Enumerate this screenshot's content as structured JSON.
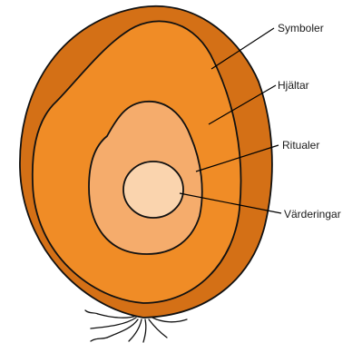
{
  "diagram": {
    "layers": [
      {
        "id": "symboler",
        "label": "Symboler",
        "color": "#D47016"
      },
      {
        "id": "hjaltar",
        "label": "Hjältar",
        "color": "#F08C26"
      },
      {
        "id": "ritualer",
        "label": "Ritualer",
        "color": "#F5AC6C"
      },
      {
        "id": "varderingar",
        "label": "Värderingar",
        "color": "#FAD4AE"
      }
    ],
    "outline_color": "#111111"
  }
}
